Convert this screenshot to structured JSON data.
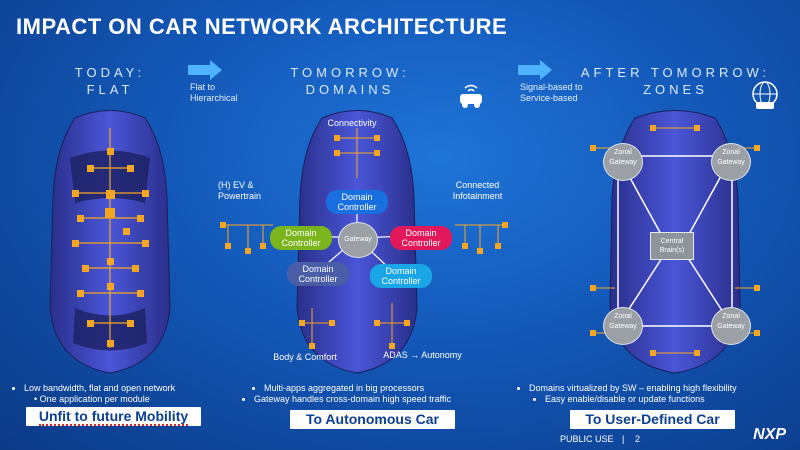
{
  "slide": {
    "title": "IMPACT ON CAR NETWORK ARCHITECTURE",
    "columns": [
      {
        "head_line1": "TODAY:",
        "head_line2": "FLAT"
      },
      {
        "head_line1": "TOMORROW:",
        "head_line2": "DOMAINS"
      },
      {
        "head_line1": "AFTER TOMORROW:",
        "head_line2": "ZONES"
      }
    ],
    "arrows": [
      {
        "line1": "Flat to",
        "line2": "Hierarchical"
      },
      {
        "line1": "Signal-based to",
        "line2": "Service-based"
      }
    ],
    "domains": {
      "connectivity": "Connectivity",
      "ev": "(H) EV &",
      "ev2": "Powertrain",
      "infotainment": "Connected",
      "infotainment2": "Infotainment",
      "body": "Body & Comfort",
      "adas": "ADAS → Autonomy",
      "dc_line1": "Domain",
      "dc_line2": "Controller",
      "gateway": "Gateway"
    },
    "zones": {
      "zonal1": "Zonal",
      "zonal2": "Gateway",
      "central1": "Central",
      "central2": "Brain(s)"
    },
    "bullets": {
      "col1": [
        "Low bandwidth, flat and open network",
        "One application per module"
      ],
      "col2": [
        "Multi-apps aggregated in big processors",
        "Gateway handles cross-domain high speed traffic"
      ],
      "col3": [
        "Domains virtualized by SW – enabling high flexibility",
        "Easy enable/disable or update functions"
      ]
    },
    "callouts": [
      "Unfit to future Mobility",
      "To Autonomous Car",
      "To User-Defined Car"
    ],
    "footer": "PUBLIC USE",
    "page": "2",
    "logo": "NXP",
    "colors": {
      "accent_orange": "#f5a623",
      "dc_blue": "#1a6fe0",
      "dc_green": "#7ab51d",
      "dc_red": "#e2185b",
      "dc_cyan": "#1aa6e6",
      "dc_navy": "#4a5ea8"
    }
  }
}
